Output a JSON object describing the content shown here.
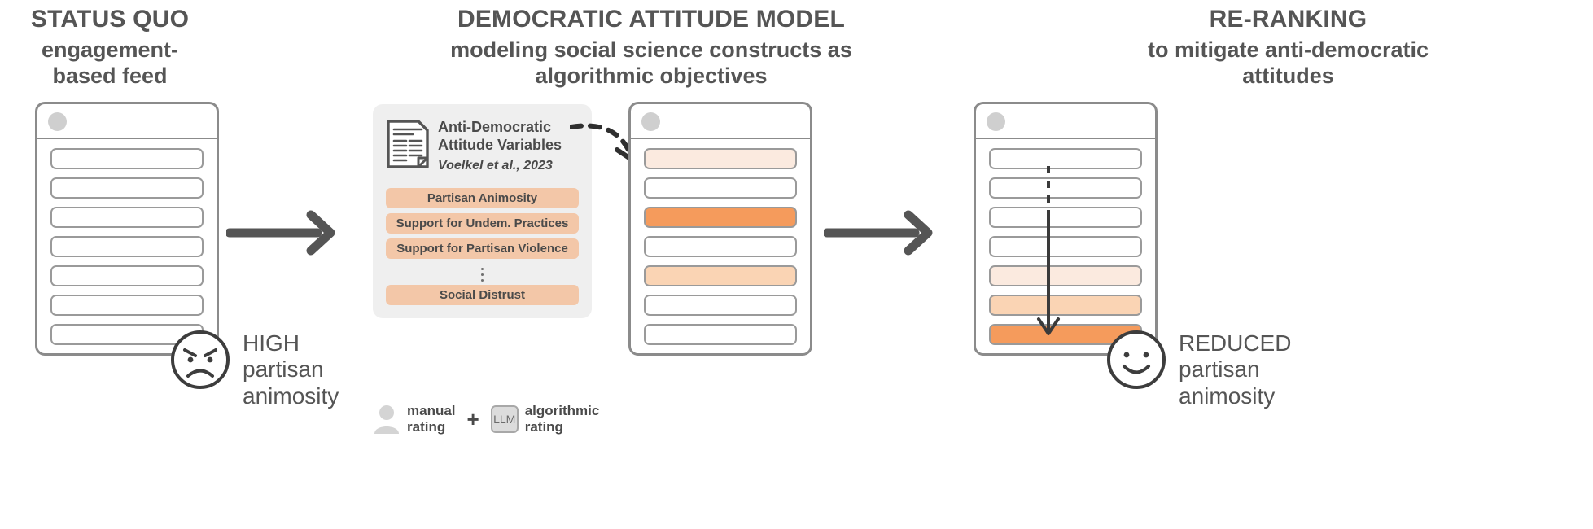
{
  "columns": [
    {
      "id": "status-quo",
      "title": "STATUS QUO",
      "subtitle": "engagement-\nbased feed"
    },
    {
      "id": "dam",
      "title": "DEMOCRATIC ATTITUDE MODEL",
      "subtitle": "modeling social science constructs as algorithmic objectives"
    },
    {
      "id": "re-ranking",
      "title": "RE-RANKING",
      "subtitle": "to mitigate anti-democratic attitudes"
    }
  ],
  "model_panel": {
    "source_title": "Anti-Democratic Attitude Variables",
    "source_citation": "Voelkel et al., 2023",
    "doc_icon": "document-icon",
    "variables": [
      "Partisan Animosity",
      "Support for Undem. Practices",
      "Support for Partisan Violence",
      "Social Distrust"
    ],
    "ellipsis_after_index": 2
  },
  "rating_legend": {
    "manual_label": "manual\nrating",
    "manual_icon": "person-icon",
    "plus": "+",
    "algorithmic_label": "algorithmic\nrating",
    "llm_box_label": "LLM"
  },
  "phones": {
    "left": {
      "name": "engagement-based-feed",
      "avatar_icon": "avatar-circle-icon",
      "rows": [
        "none",
        "none",
        "none",
        "none",
        "none",
        "none",
        "none"
      ]
    },
    "middle": {
      "name": "scored-feed",
      "avatar_icon": "avatar-circle-icon",
      "rows": [
        "light",
        "none",
        "strong",
        "none",
        "medium",
        "none",
        "none"
      ]
    },
    "right": {
      "name": "re-ranked-feed",
      "avatar_icon": "avatar-circle-icon",
      "rows": [
        "none",
        "none",
        "none",
        "none",
        "light",
        "medium",
        "strong"
      ]
    }
  },
  "annotations": {
    "left": {
      "face_icon": "angry-face-icon",
      "text": "HIGH\npartisan\nanimosity"
    },
    "right": {
      "face_icon": "smiling-face-icon",
      "text": "REDUCED\npartisan\nanimosity"
    }
  },
  "arrows": {
    "flow1": "right-arrow-icon",
    "flow2": "right-arrow-icon",
    "dashed_to_phone": "dashed-curved-arrow-icon",
    "reorder_down": "down-arrow-icon"
  },
  "colors": {
    "strong_orange": "#F59B5C",
    "medium_peach": "#FAD4B4",
    "light_peach": "#FBEADF",
    "pill_peach": "#F3C7A8",
    "panel_gray": "#EFEFEF",
    "ink": "#555555",
    "outline": "#8B8B8B"
  }
}
